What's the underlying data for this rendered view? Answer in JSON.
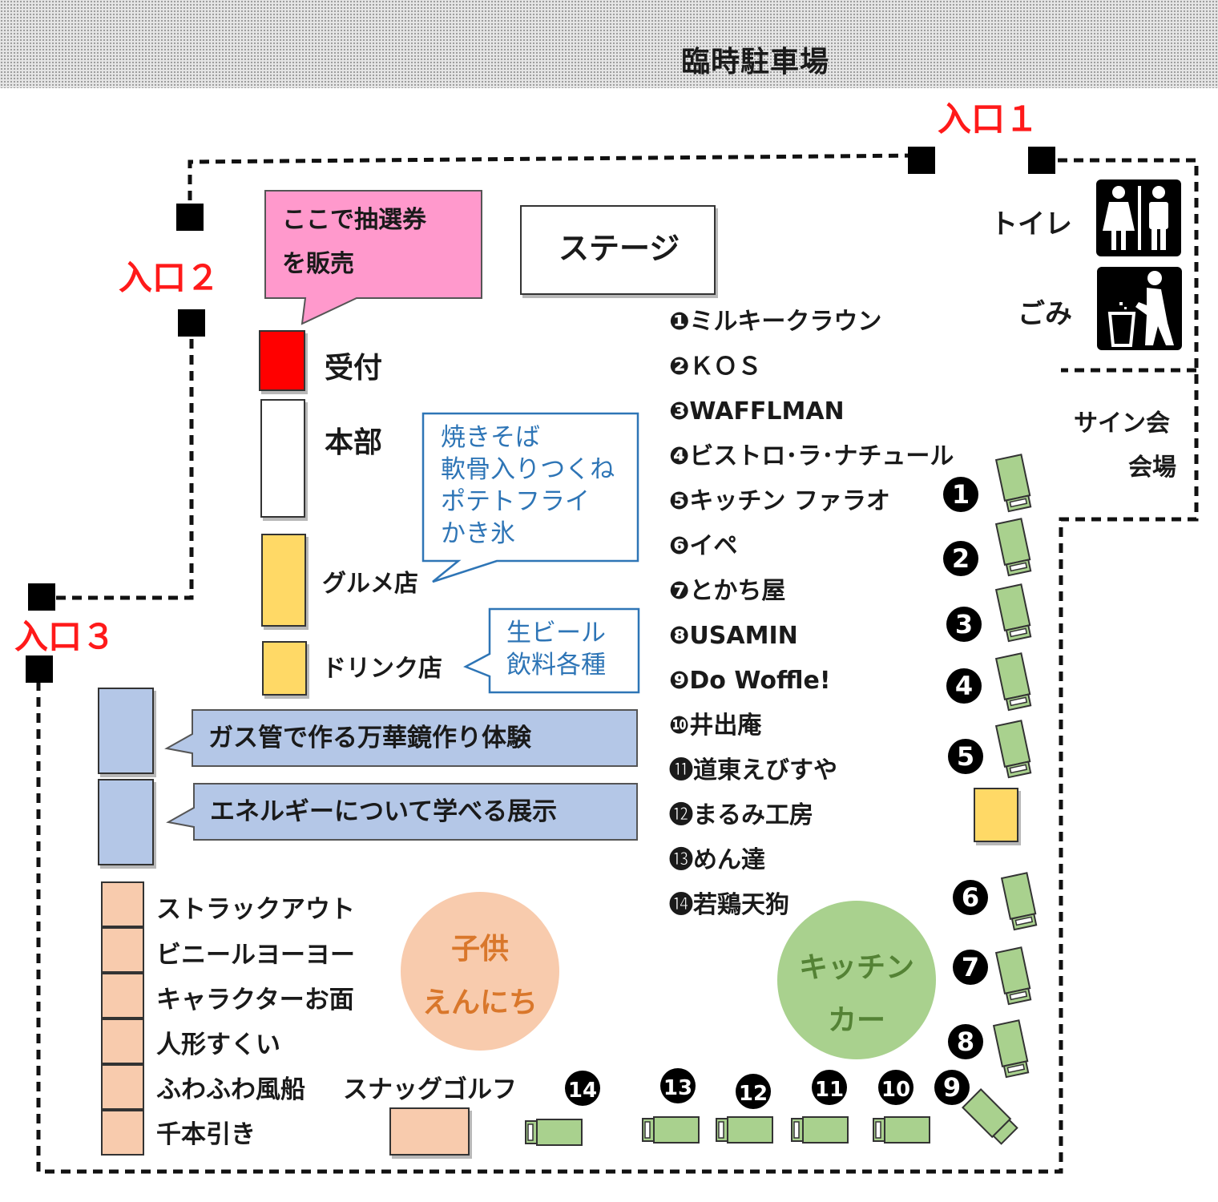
{
  "title": "臨時駐車場",
  "entrances": {
    "e1": "入口１",
    "e2": "入口２",
    "e3": "入口３"
  },
  "stage": "ステージ",
  "lottery_callout": {
    "line1": "ここで抽選券",
    "line2": "を販売"
  },
  "reception": "受付",
  "headquarters": "本部",
  "gourmet": "グルメ店",
  "drink": "ドリンク店",
  "gourmet_callout": [
    "焼きそば",
    "軟骨入りつくね",
    "ポテトフライ",
    "かき氷"
  ],
  "drink_callout": [
    "生ビール",
    "飲料各種"
  ],
  "experience": [
    "ガス管で作る万華鏡作り体験",
    "エネルギーについて学べる展示"
  ],
  "games": [
    "ストラックアウト",
    "ビニールヨーヨー",
    "キャラクターお面",
    "人形すくい",
    "ふわふわ風船",
    "千本引き"
  ],
  "snag_golf": "スナッグゴルフ",
  "kids_circle": {
    "line1": "子供",
    "line2": "えんにち"
  },
  "kitchen_circle": {
    "line1": "キッチン",
    "line2": "カー"
  },
  "toilet": "トイレ",
  "trash": "ごみ",
  "sign_area": {
    "line1": "サイン会",
    "line2": "会場"
  },
  "vendors": [
    "❶ミルキークラウン",
    "❷ＫＯＳ",
    "❸WAFFLMAN",
    "❹ビストロ･ラ･ナチュール",
    "❺キッチン ファラオ",
    "❻イペ",
    "❼とかち屋",
    "❽USAMIN",
    "❾Do Woffle!",
    "❿井出庵",
    "⓫道東えびすや",
    "⓬まるみ工房",
    "⓭めん達",
    "⓮若鶏天狗"
  ],
  "truck_numbers": [
    "1",
    "2",
    "3",
    "4",
    "5",
    "6",
    "7",
    "8",
    "9",
    "10",
    "11",
    "12",
    "13",
    "14"
  ],
  "icons": [
    "restroom-icon",
    "trash-icon"
  ],
  "colors": {
    "entrance": "#ff1a1a",
    "reception": "#ff0000",
    "food": "#ffd966",
    "experience": "#b4c7e7",
    "games": "#f8cbad",
    "kitchen": "#a9d18e",
    "callout_pink": "#ff99cc",
    "callout_blue": "#2e75b6"
  }
}
